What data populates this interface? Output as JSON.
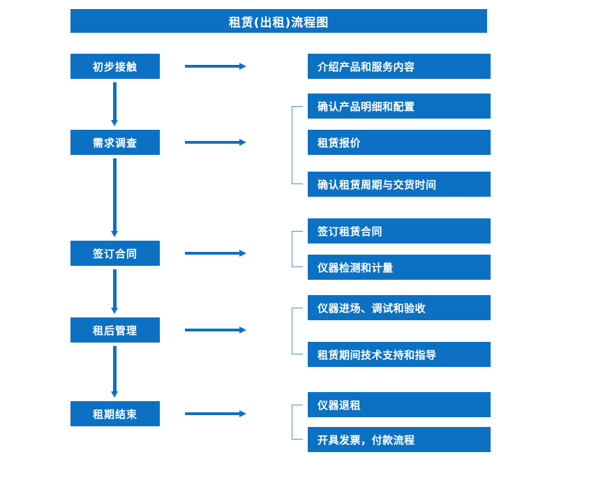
{
  "title": "租赁(出租)流程图",
  "colors": {
    "box": "#0C71C3",
    "arrow": "#0C71C3",
    "bracket": "#4A90C8",
    "text": "#FFFFFF",
    "background": "#FFFFFF"
  },
  "stages": [
    {
      "label": "初步接触"
    },
    {
      "label": "需求调查"
    },
    {
      "label": "签订合同"
    },
    {
      "label": "租后管理"
    },
    {
      "label": "租期结束"
    }
  ],
  "details": [
    {
      "label": "介绍产品和服务内容"
    },
    {
      "label": "确认产品明细和配置"
    },
    {
      "label": "租赁报价"
    },
    {
      "label": "确认租赁周期与交货时间"
    },
    {
      "label": "签订租赁合同"
    },
    {
      "label": "仪器检测和计量"
    },
    {
      "label": "仪器进场、调试和验收"
    },
    {
      "label": "租赁期间技术支持和指导"
    },
    {
      "label": "仪器退租"
    },
    {
      "label": "开具发票，付款流程"
    }
  ]
}
